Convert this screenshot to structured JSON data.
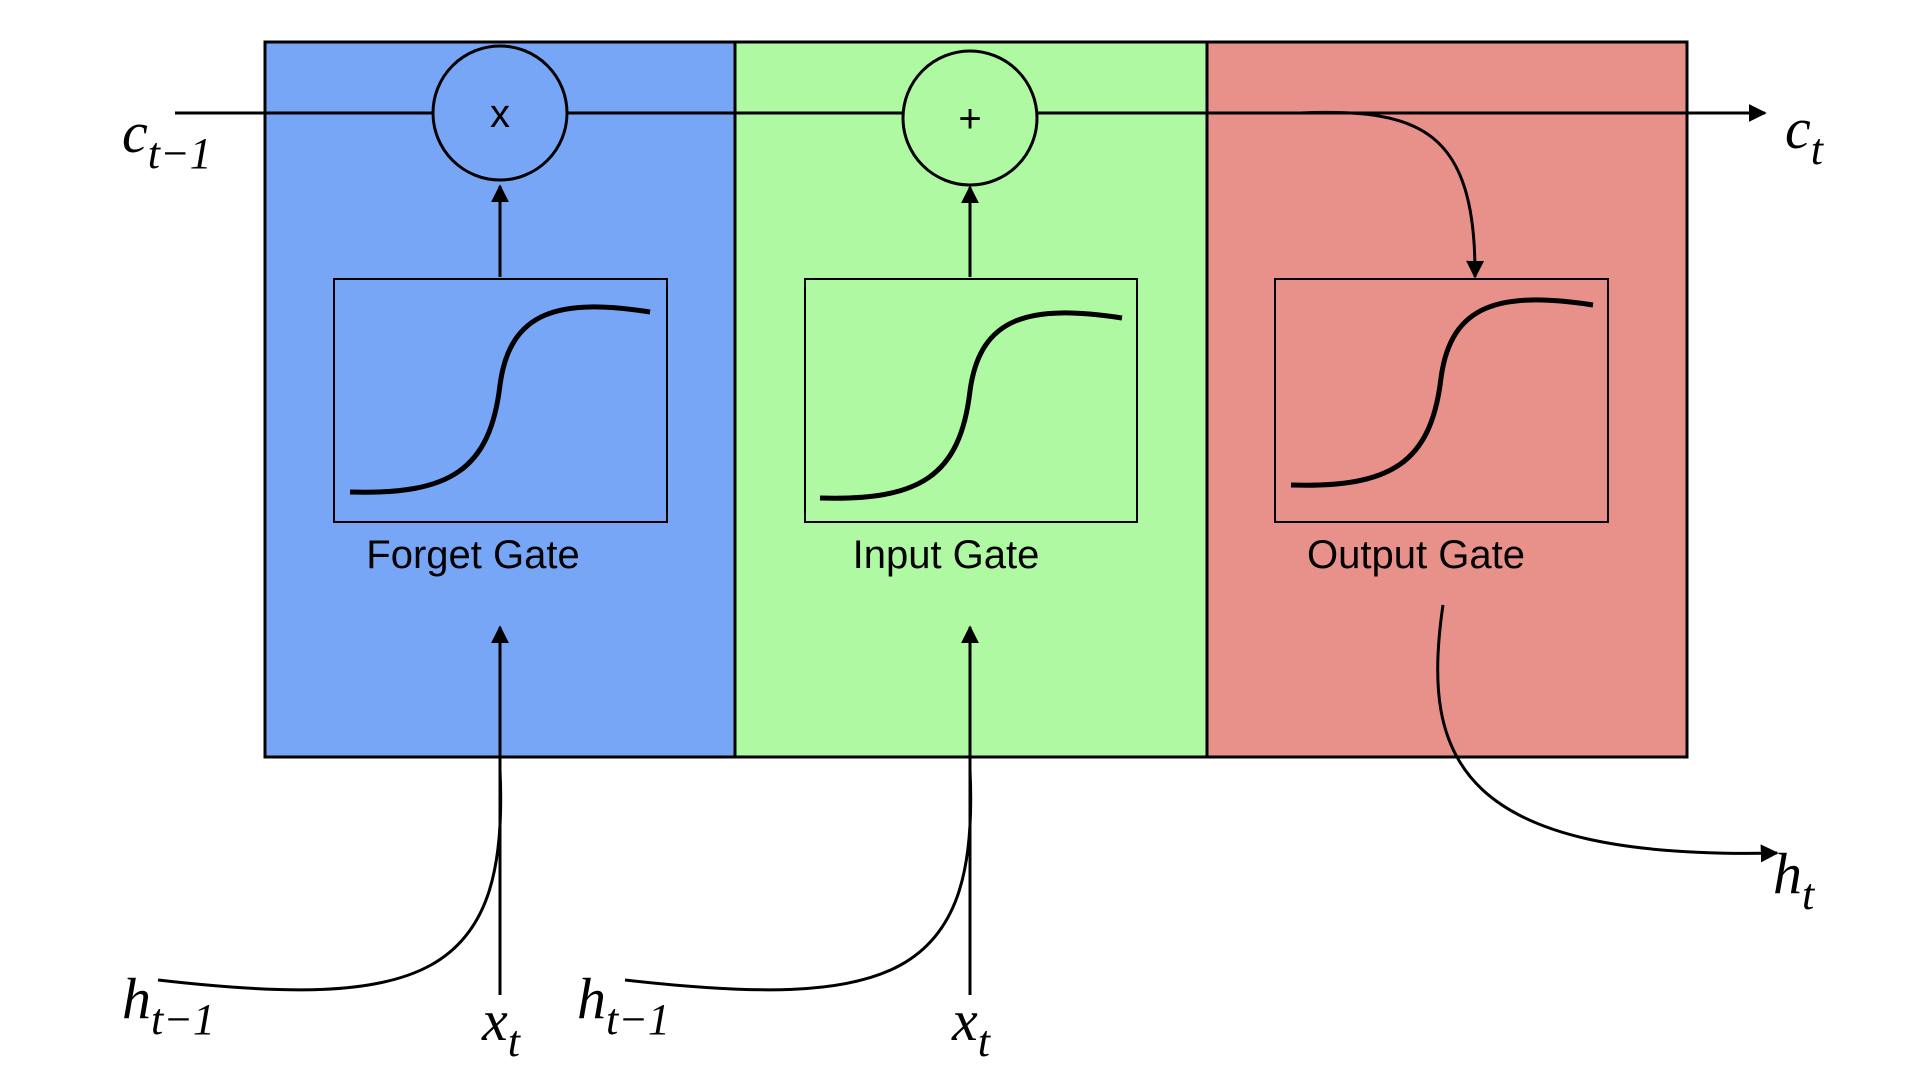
{
  "gates": [
    {
      "label": "Forget Gate",
      "color": "#77a6f7",
      "operator": "x"
    },
    {
      "label": "Input Gate",
      "color": "#b0f9a3",
      "operator": "+"
    },
    {
      "label": "Output Gate",
      "color": "#e8908a"
    }
  ],
  "variables": {
    "c_prev": {
      "main": "c",
      "sub": "t−1"
    },
    "c_next": {
      "main": "c",
      "sub": "t"
    },
    "h_out": {
      "main": "h",
      "sub": "t"
    },
    "h_prev_forget": {
      "main": "h",
      "sub": "t−1"
    },
    "x_forget": {
      "main": "x",
      "sub": "t"
    },
    "h_prev_input": {
      "main": "h",
      "sub": "t−1"
    },
    "x_input": {
      "main": "x",
      "sub": "t"
    }
  }
}
